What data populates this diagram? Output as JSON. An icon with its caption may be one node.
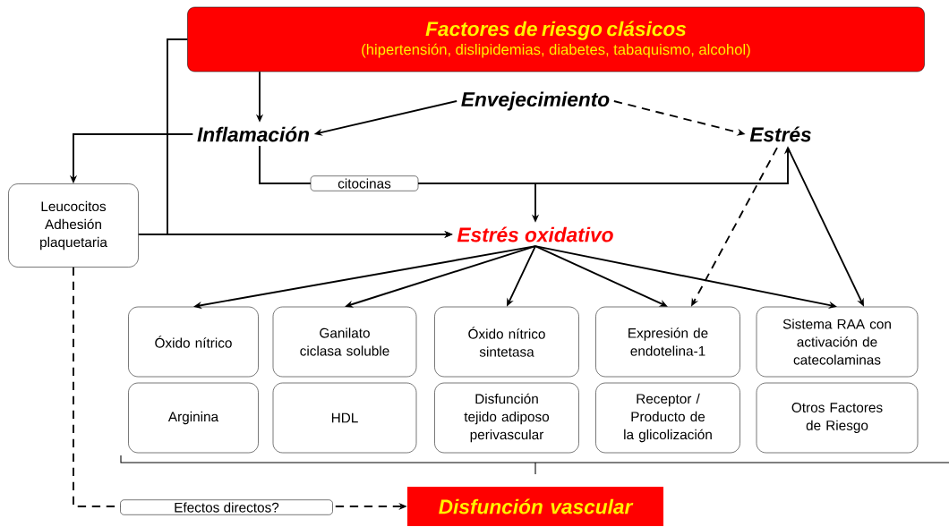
{
  "diagram": {
    "nodes": [
      {
        "text": [
          "Factores de riesgo clásicos",
          "(hipertensión, dislipidemias, diabetes, tabaquismo, alcohol)"
        ]
      },
      {
        "text": [
          "Envejecimiento"
        ]
      },
      {
        "text": [
          "Inflamación"
        ]
      },
      {
        "text": [
          "Estrés"
        ]
      },
      {
        "text": [
          "Leucocitos Adhesión plaquetaria"
        ]
      },
      {
        "text": [
          "Estrés oxidativo"
        ]
      },
      {
        "text": [
          "Óxido nítrico"
        ]
      },
      {
        "text": [
          "Ganilato ciclasa soluble"
        ]
      },
      {
        "text": [
          "Óxido nítrico sintetasa"
        ]
      },
      {
        "text": [
          "Expresión de endotelina-1"
        ]
      },
      {
        "text": [
          "Sistema RAA con activación de catecolaminas"
        ]
      },
      {
        "text": [
          "Arginina"
        ]
      },
      {
        "text": [
          "HDL"
        ]
      },
      {
        "text": [
          "Disfunción tejido adiposo perivascular"
        ]
      },
      {
        "text": [
          "Receptor / Producto de la glicolización"
        ]
      },
      {
        "text": [
          "Otros Factores de Riesgo"
        ]
      },
      {
        "text": [
          "Disfunción vascular"
        ]
      }
    ],
    "edges": [
      {
        "from": 0,
        "to": 2,
        "arrow": "to"
      },
      {
        "from": 1,
        "to": 2,
        "arrow": "to"
      },
      {
        "from": 1,
        "to": 3,
        "arrow": "to",
        "style": "dashed"
      },
      {
        "from": 2,
        "to": 5,
        "arrow": "to",
        "label": "citocinas"
      },
      {
        "from": 2,
        "to": 3,
        "arrow": "to"
      },
      {
        "from": 2,
        "to": 4,
        "arrow": "to"
      },
      {
        "from": 0,
        "to": 5,
        "arrow": "to"
      },
      {
        "from": 4,
        "to": 5,
        "arrow": "to"
      },
      {
        "from": 5,
        "to": 6,
        "arrow": "to"
      },
      {
        "from": 5,
        "to": 7,
        "arrow": "to"
      },
      {
        "from": 5,
        "to": 8,
        "arrow": "to"
      },
      {
        "from": 5,
        "to": 9,
        "arrow": "to"
      },
      {
        "from": 5,
        "to": 10,
        "arrow": "to"
      },
      {
        "from": 3,
        "to": 9,
        "arrow": "to",
        "style": "dashed"
      },
      {
        "from": 3,
        "to": 10,
        "arrow": "to"
      },
      {
        "from": 4,
        "to": 16,
        "arrow": "to",
        "style": "dashed",
        "label": "Efectos directos?"
      }
    ]
  }
}
